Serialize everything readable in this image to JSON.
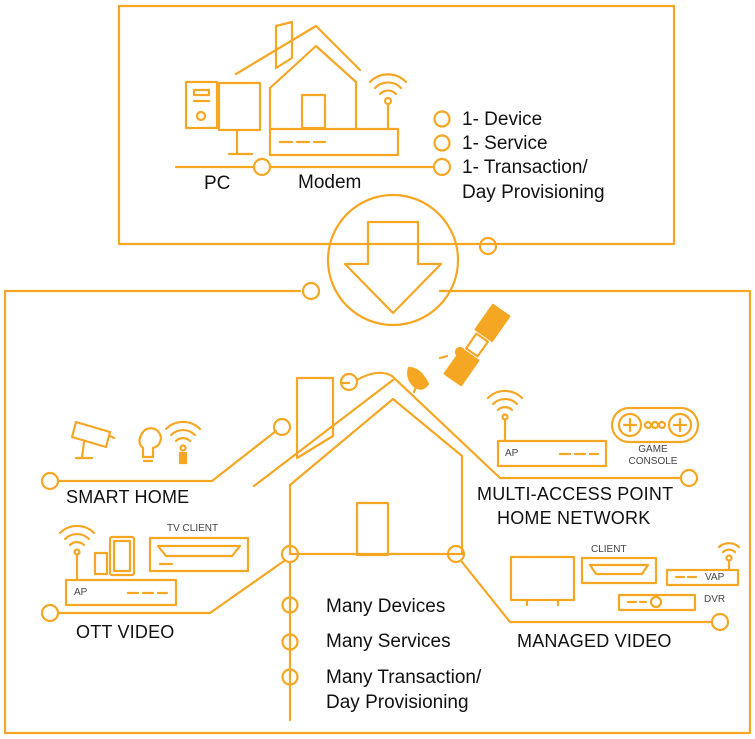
{
  "accent_color": "#F5A623",
  "top_panel": {
    "labels": {
      "pc": "PC",
      "modem": "Modem"
    },
    "legend": [
      "1- Device",
      "1- Service",
      "1- Transaction/",
      "Day Provisioning"
    ]
  },
  "bottom_panel": {
    "groups": {
      "smart_home": "SMART HOME",
      "multi_access_line1": "MULTI-ACCESS POINT",
      "multi_access_line2": "HOME NETWORK",
      "ott_video": "OTT VIDEO",
      "managed_video": "MANAGED VIDEO"
    },
    "device_labels": {
      "tv_client": "TV CLIENT",
      "ap_left": "AP",
      "ap_right": "AP",
      "game_console_line1": "GAME",
      "game_console_line2": "CONSOLE",
      "client": "CLIENT",
      "vap": "VAP",
      "dvr": "DVR"
    },
    "legend": [
      "Many Devices",
      "Many Services",
      "Many Transaction/",
      "Day Provisioning"
    ]
  },
  "icons": [
    "house-icon",
    "pc-icon",
    "modem-icon",
    "wifi-icon",
    "down-arrow-icon",
    "satellite-icon",
    "satellite-dish-icon",
    "security-camera-icon",
    "light-bulb-icon",
    "smart-plug-icon",
    "game-controller-icon",
    "tablet-icon",
    "phone-icon",
    "tv-client-icon",
    "tv-icon",
    "set-top-box-icon",
    "dvr-icon"
  ]
}
